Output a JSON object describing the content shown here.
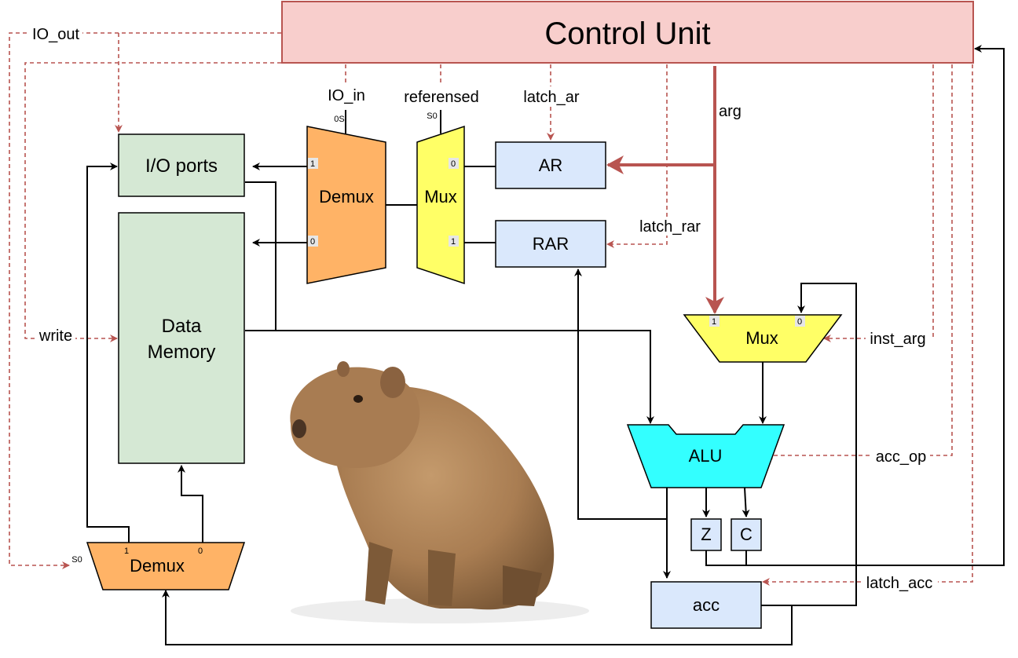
{
  "blocks": {
    "control_unit": "Control Unit",
    "io_ports": "I/O ports",
    "data_memory_line1": "Data",
    "data_memory_line2": "Memory",
    "demux_top": "Demux",
    "mux_top": "Mux",
    "ar": "AR",
    "rar": "RAR",
    "mux_alu": "Mux",
    "alu": "ALU",
    "flag_z": "Z",
    "flag_c": "C",
    "acc": "acc",
    "demux_bottom": "Demux"
  },
  "signals": {
    "io_out": "IO_out",
    "io_in": "IO_in",
    "referensed": "referensed",
    "latch_ar": "latch_ar",
    "arg": "arg",
    "latch_rar": "latch_rar",
    "inst_arg": "inst_arg",
    "acc_op": "acc_op",
    "latch_acc": "latch_acc",
    "write": "write"
  },
  "pins": {
    "demux_top_sel": "0S",
    "mux_top_sel": "S0",
    "demux_top_out1": "1",
    "demux_top_out0": "0",
    "mux_top_in0": "0",
    "mux_top_in1": "1",
    "mux_alu_in1": "1",
    "mux_alu_in0": "0",
    "demux_bottom_sel": "S0",
    "demux_bottom_out1": "1",
    "demux_bottom_out0": "0"
  },
  "colors": {
    "control_unit_fill": "#f8cecc",
    "control_stroke": "#b85450",
    "memory_fill": "#d5e8d4",
    "register_fill": "#dae8fc",
    "demux_fill": "#ffb366",
    "mux_fill": "#ffff66",
    "alu_fill": "#33ffff"
  }
}
